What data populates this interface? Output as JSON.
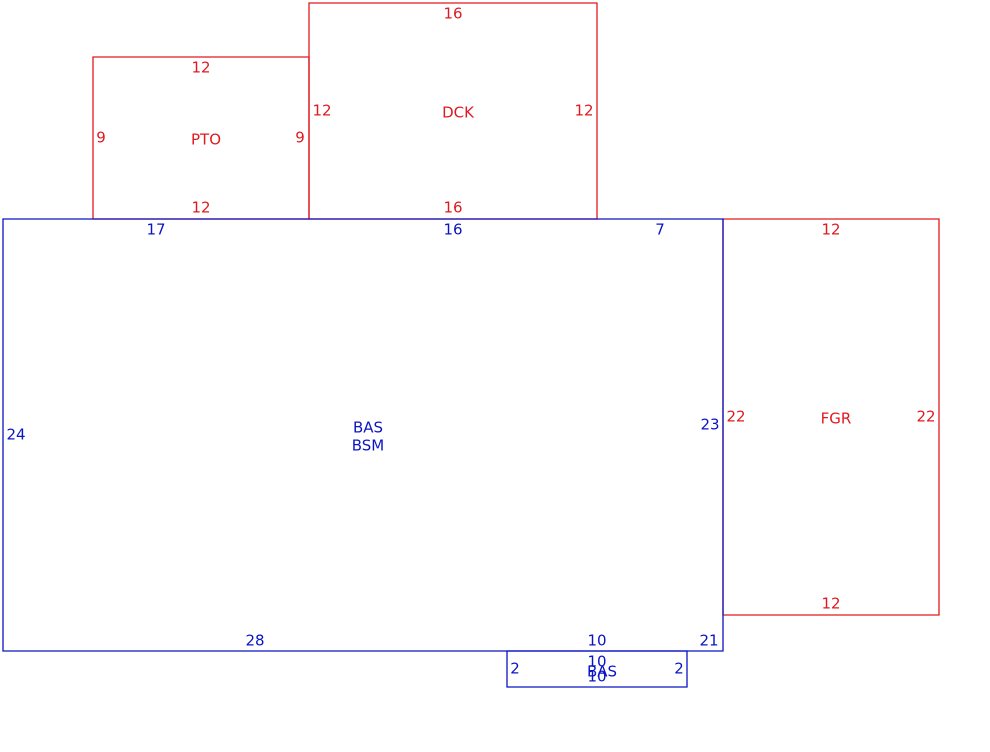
{
  "colors": {
    "red": "#e0191f",
    "blue": "#0b14c4",
    "background": "#ffffff"
  },
  "sketch": {
    "pto": {
      "label": "PTO",
      "dim_top": "12",
      "dim_bottom": "12",
      "dim_left": "9",
      "dim_right": "9"
    },
    "dck": {
      "label": "DCK",
      "dim_top": "16",
      "dim_bottom": "16",
      "dim_left": "12",
      "dim_right": "12"
    },
    "fgr": {
      "label": "FGR",
      "dim_top": "12",
      "dim_bottom": "12",
      "dim_left": "22",
      "dim_right": "22"
    },
    "bas": {
      "label_line1": "BAS",
      "label_line2": "BSM",
      "dim_top_left": "17",
      "dim_top_mid": "16",
      "dim_top_right": "7",
      "dim_left": "24",
      "dim_right": "23",
      "dim_bottom_left": "28",
      "dim_bottom_mid": "10",
      "dim_bottom_right": "21"
    },
    "bas_small": {
      "label": "BAS",
      "dim_top": "10",
      "dim_bottom": "10",
      "dim_left": "2",
      "dim_right": "2"
    }
  }
}
